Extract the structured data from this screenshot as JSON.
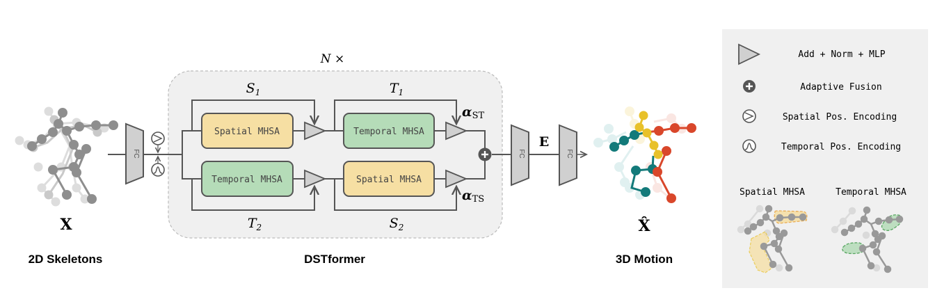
{
  "diagram": {
    "title": "DSTformer",
    "input_label": "2D Skeletons",
    "input_symbol": "X",
    "output_label": "3D Motion",
    "output_symbol": "X̂",
    "repeat_label": "N ×",
    "embedding_symbol": "E",
    "fc_label": "FC",
    "branches": [
      {
        "label_top": "S",
        "label_top_sub": "1",
        "label_second": "T",
        "label_second_sub": "1",
        "first_block": "Spatial MHSA",
        "second_block": "Temporal MHSA",
        "weight": "α",
        "weight_sub": "ST"
      },
      {
        "label_bottom": "T",
        "label_bottom_sub": "2",
        "label_second": "S",
        "label_second_sub": "2",
        "first_block": "Temporal MHSA",
        "second_block": "Spatial MHSA",
        "weight": "α",
        "weight_sub": "TS"
      }
    ]
  },
  "legend": {
    "items": [
      {
        "icon": "triangle-icon",
        "label": "Add + Norm + MLP"
      },
      {
        "icon": "plus-circle-icon",
        "label": "Adaptive Fusion"
      },
      {
        "icon": "spatial-pos-icon",
        "label": "Spatial Pos. Encoding"
      },
      {
        "icon": "temporal-pos-icon",
        "label": "Temporal Pos. Encoding"
      }
    ],
    "examples": [
      {
        "label": "Spatial MHSA"
      },
      {
        "label": "Temporal MHSA"
      }
    ]
  },
  "colors": {
    "spatial": "#f6dfa3",
    "temporal": "#b5dcb8",
    "line": "#555555",
    "skeleton_gray": "#888888",
    "teal": "#137a7a",
    "yellow": "#e8c12a",
    "red": "#d9472b",
    "panel": "#f0f0f0"
  }
}
